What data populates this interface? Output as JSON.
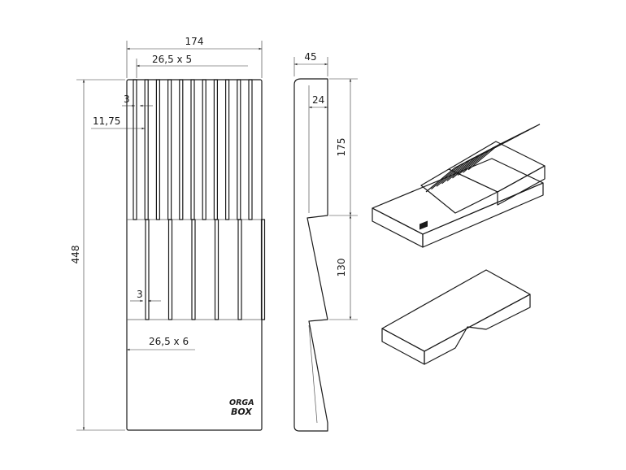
{
  "dimensions": {
    "overall_width": "174",
    "slot_spacing_top": "26,5 x 5",
    "slot_width_top": "3",
    "edge_offset": "11,75",
    "overall_length": "448",
    "slot_width_bottom": "3",
    "slot_spacing_bottom": "26,5 x 6",
    "side_depth": "45",
    "side_slot_depth": "24",
    "upper_section": "175",
    "lower_section": "130"
  },
  "logo": {
    "line1": "ORGA",
    "line2": "BOX"
  }
}
